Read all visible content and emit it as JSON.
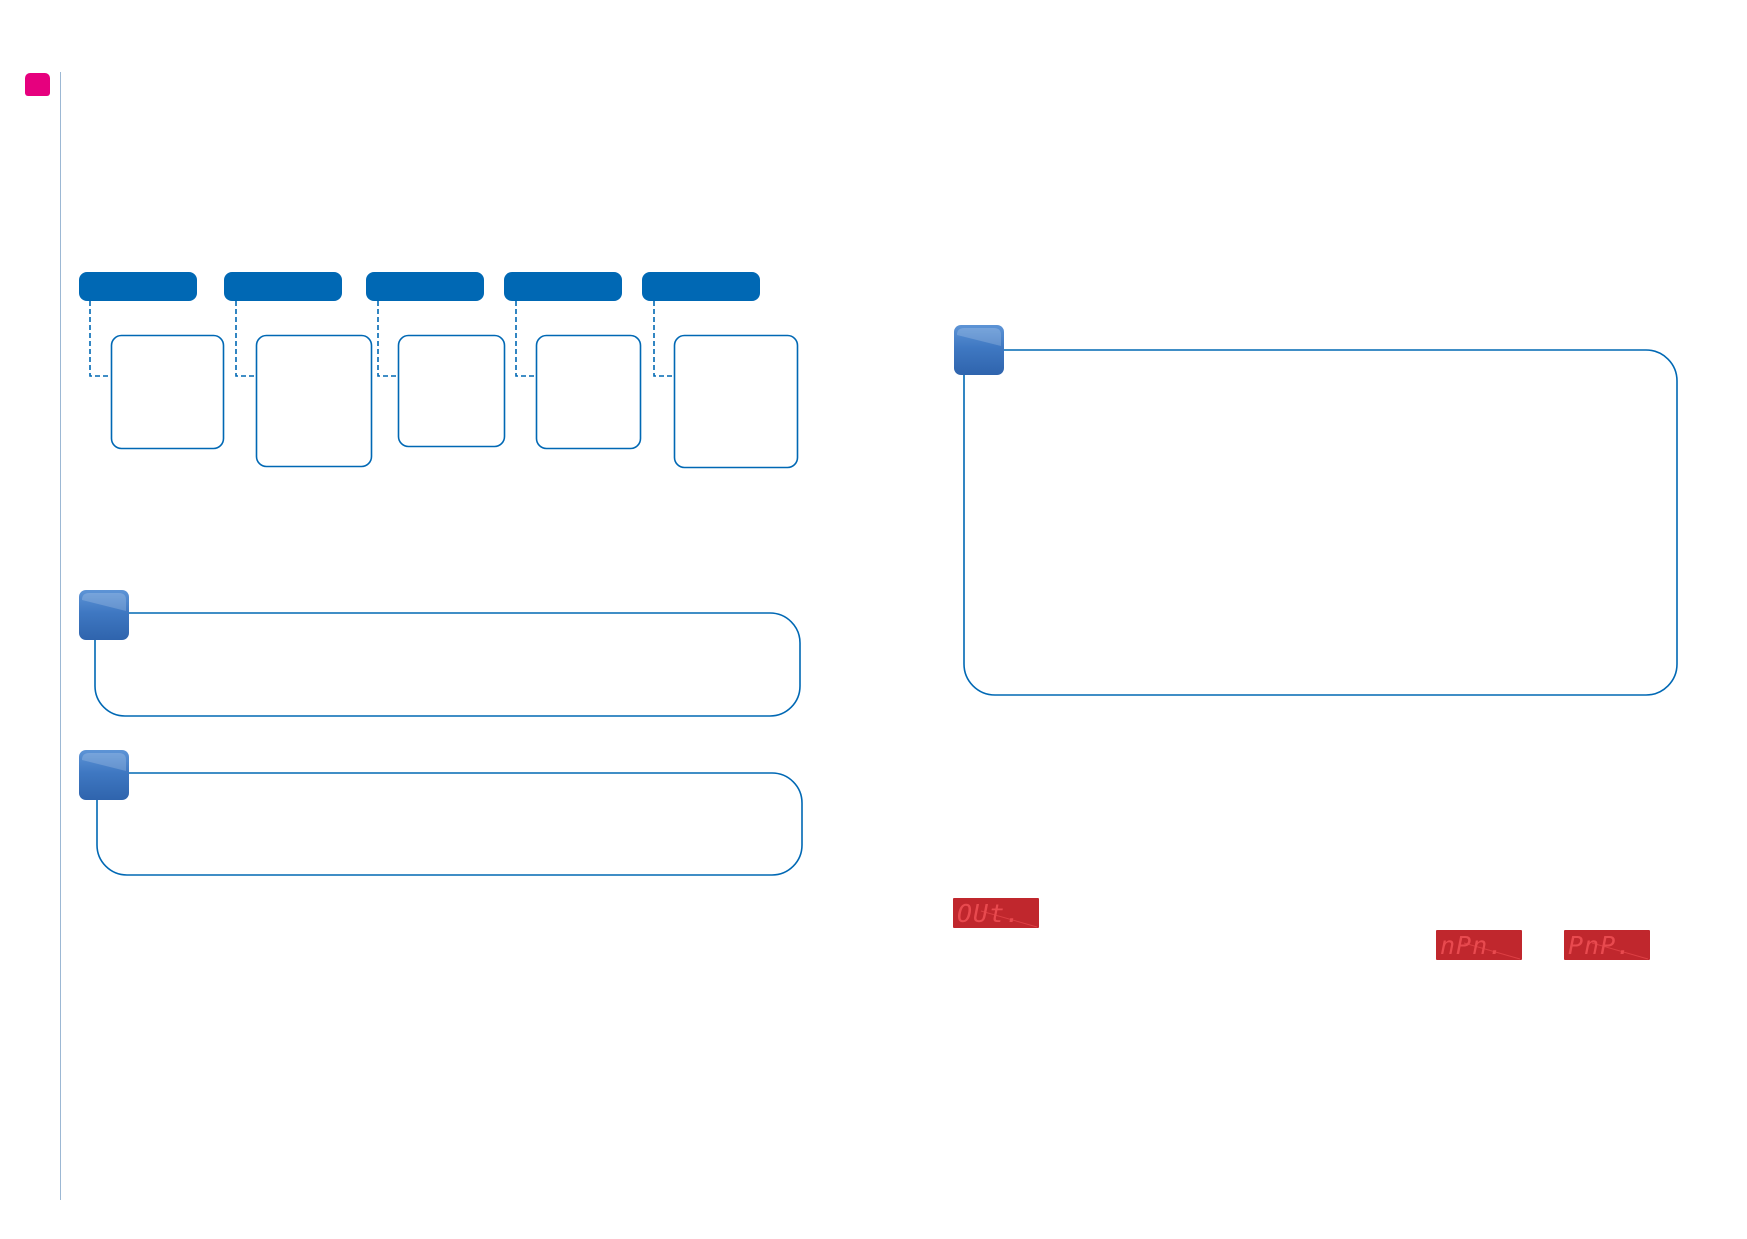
{
  "colors": {
    "accent": "#e6007e",
    "primary": "#0068b4",
    "badge": "#3a72bd",
    "rule": "#8fb0cf",
    "led_bg": "#c0272d",
    "led_text": "#e84a4f"
  },
  "tabs": [
    {
      "label": ""
    },
    {
      "label": ""
    },
    {
      "label": ""
    },
    {
      "label": ""
    },
    {
      "label": ""
    }
  ],
  "displays": {
    "out": {
      "text": "OUt."
    },
    "npn": {
      "text": "nPn."
    },
    "pnp": {
      "text": "PnP."
    }
  }
}
